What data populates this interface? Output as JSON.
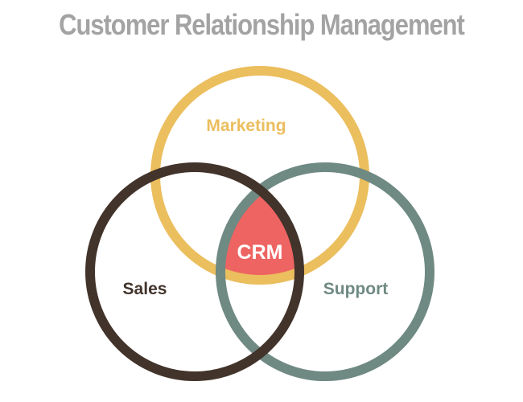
{
  "title": "Customer Relationship Management",
  "sets": {
    "marketing": {
      "label": "Marketing",
      "color": "#EBBE5E"
    },
    "sales": {
      "label": "Sales",
      "color": "#42332B"
    },
    "support": {
      "label": "Support",
      "color": "#6F8983"
    }
  },
  "center": {
    "label": "CRM",
    "color": "#EE6462",
    "text_color": "#FFFFFF"
  }
}
